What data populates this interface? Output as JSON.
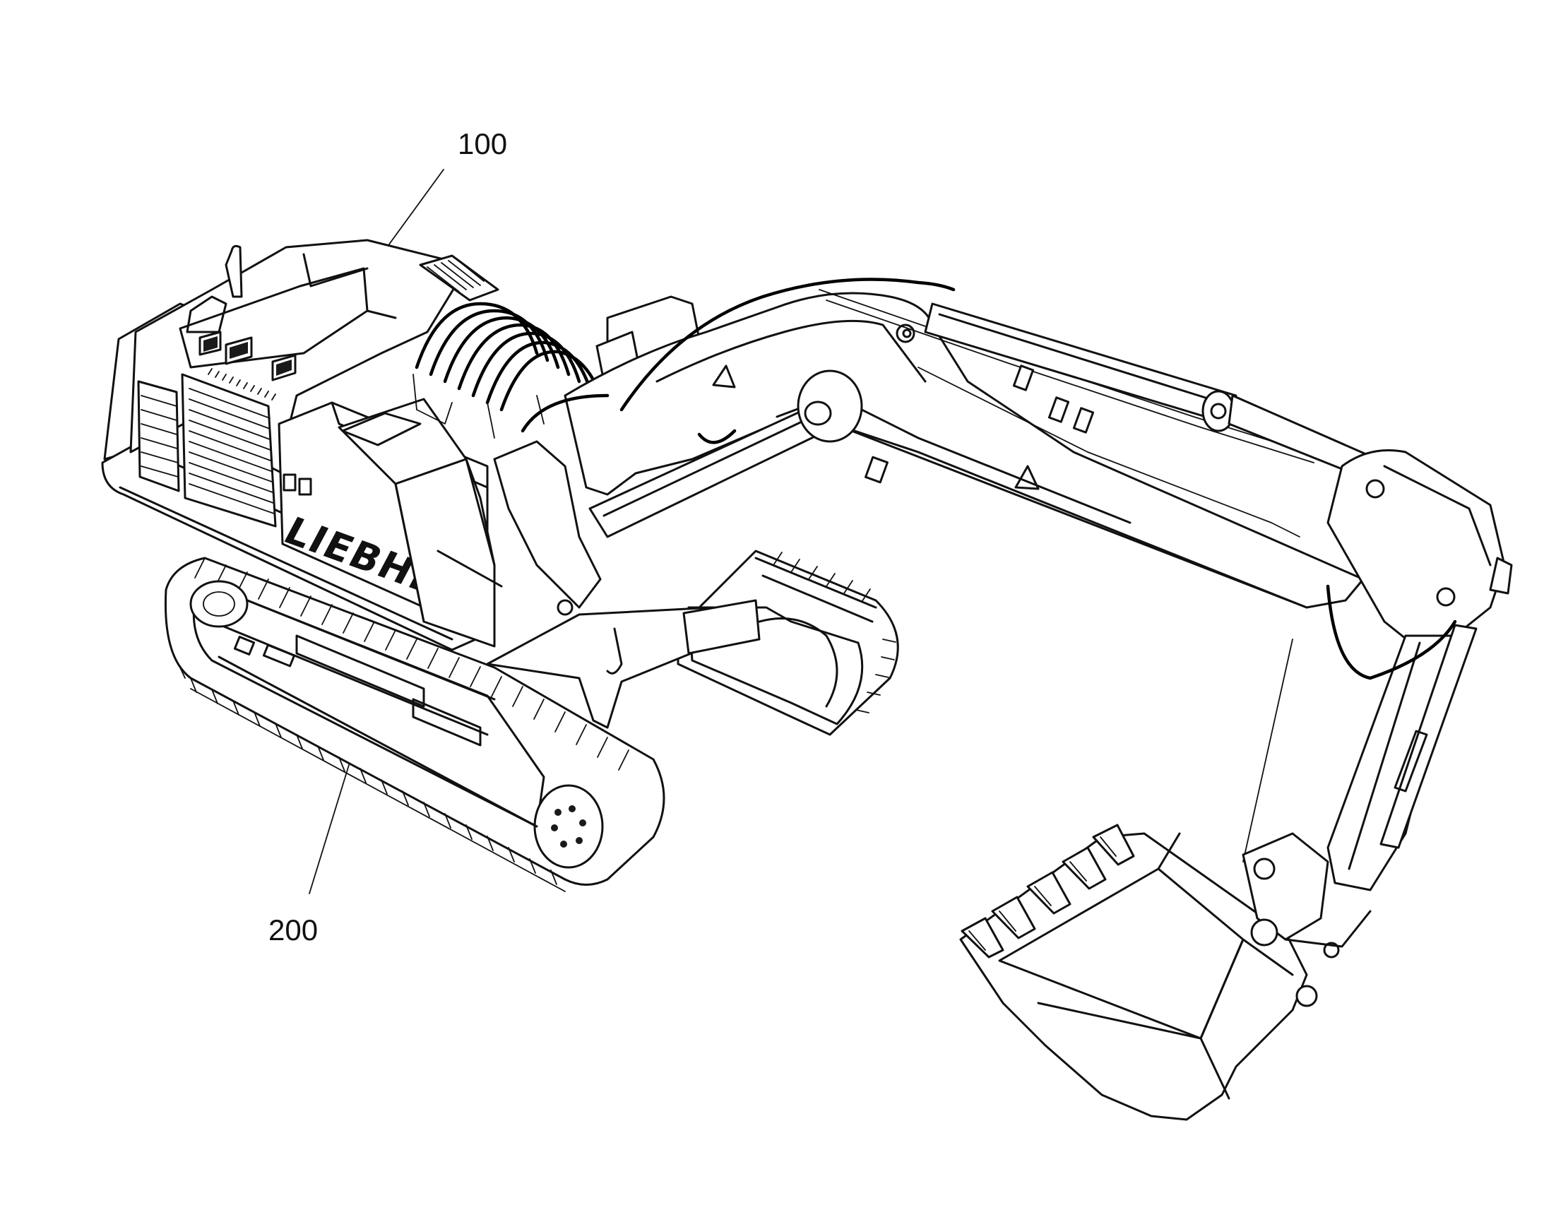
{
  "figure": {
    "labels": [
      {
        "id": "ref-100",
        "text": "100"
      },
      {
        "id": "ref-200",
        "text": "200"
      }
    ],
    "brand_text": "LIEBHERR",
    "line_color": "#111111",
    "background": "#ffffff"
  }
}
